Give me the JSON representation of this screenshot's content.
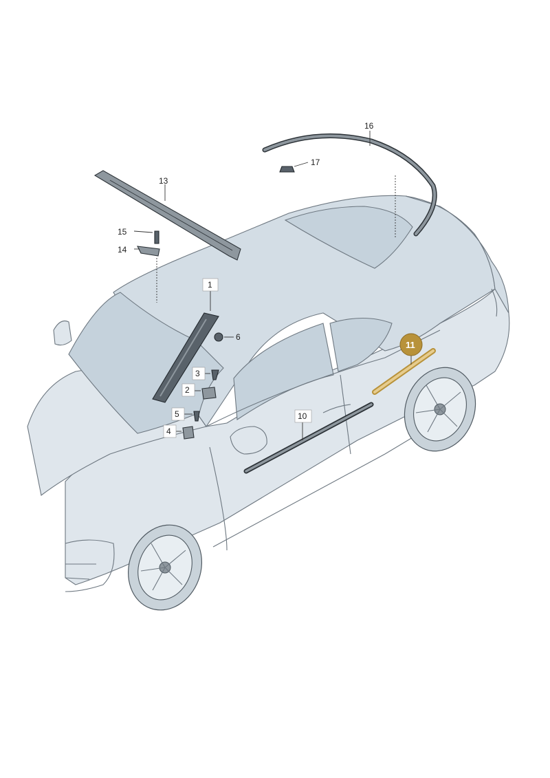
{
  "diagram": {
    "callouts": [
      {
        "id": "1",
        "text": "1"
      },
      {
        "id": "2",
        "text": "2"
      },
      {
        "id": "3",
        "text": "3"
      },
      {
        "id": "4",
        "text": "4"
      },
      {
        "id": "5",
        "text": "5"
      },
      {
        "id": "6",
        "text": "6"
      },
      {
        "id": "10",
        "text": "10"
      },
      {
        "id": "11",
        "text": "11",
        "highlighted": true
      },
      {
        "id": "13",
        "text": "13"
      },
      {
        "id": "14",
        "text": "14"
      },
      {
        "id": "15",
        "text": "15"
      },
      {
        "id": "16",
        "text": "16"
      },
      {
        "id": "17",
        "text": "17"
      }
    ],
    "colors": {
      "highlight": "#b8923a",
      "highlight_part": "#d8b872",
      "body": "#dfe6ec",
      "line": "#6d7780"
    }
  }
}
